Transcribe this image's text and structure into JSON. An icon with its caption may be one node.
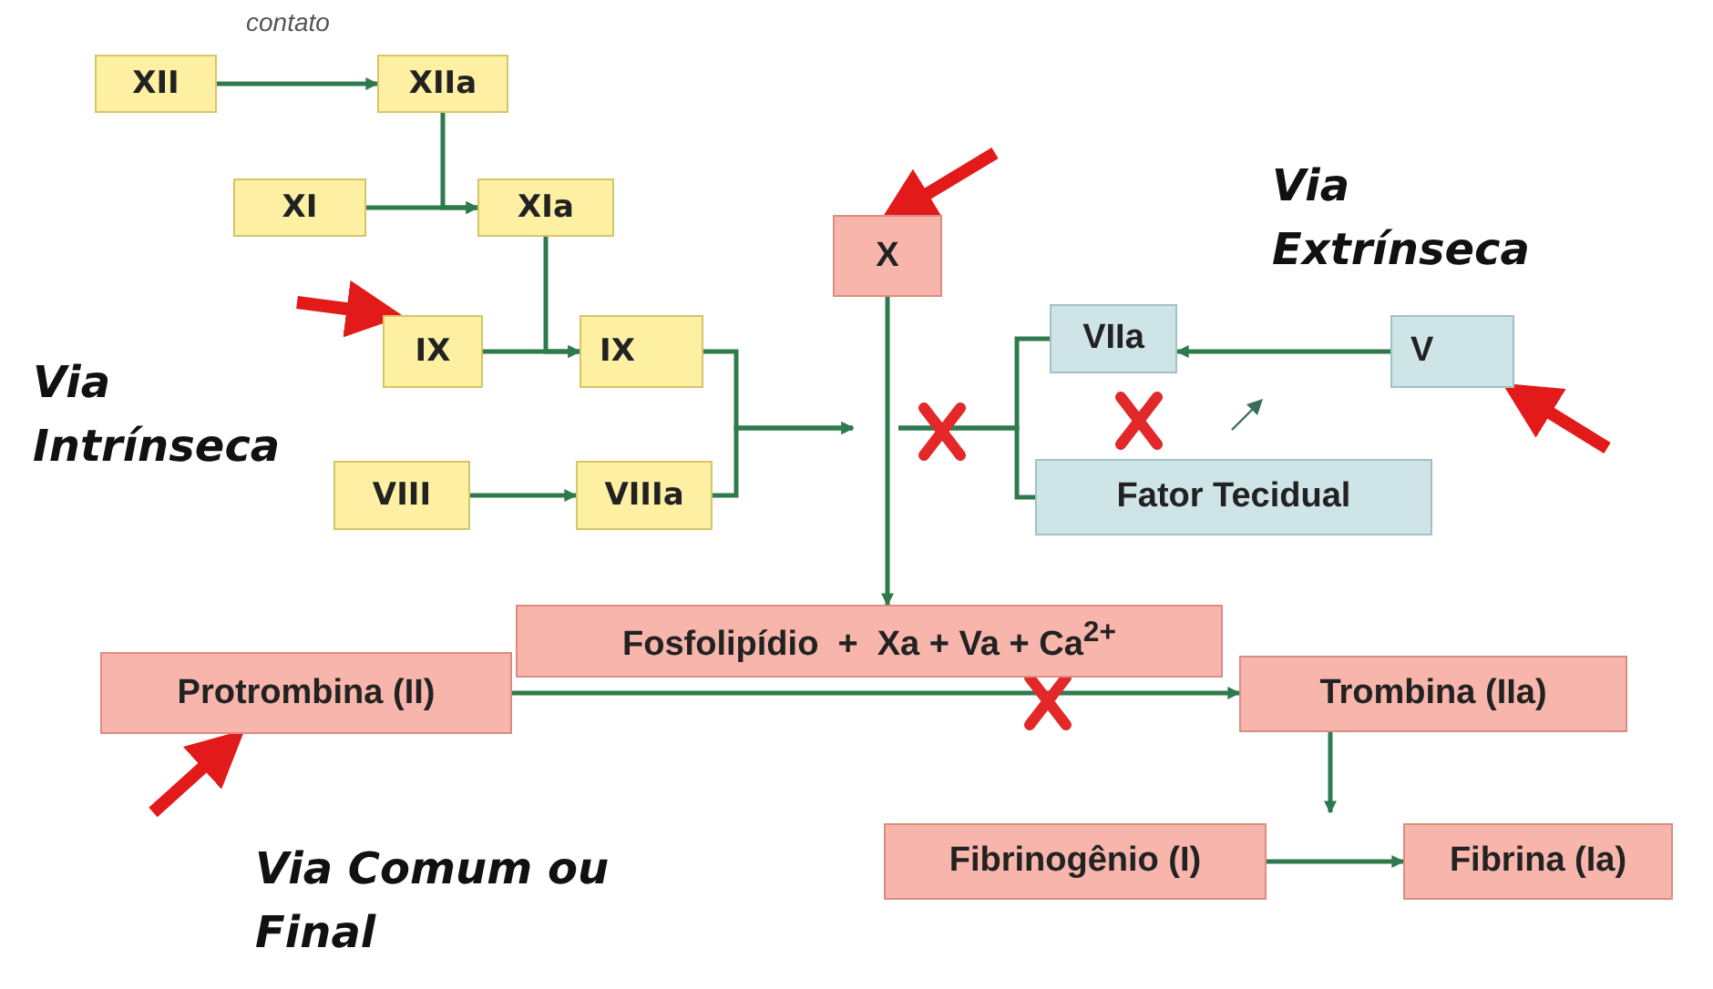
{
  "diagram": {
    "nodes": [
      {
        "text": [
          "XII"
        ]
      },
      {
        "text": [
          "XIIa"
        ]
      },
      {
        "text": [
          "XI"
        ]
      },
      {
        "text": [
          "XIa"
        ]
      },
      {
        "text": [
          "IX"
        ]
      },
      {
        "text": [
          "IX"
        ]
      },
      {
        "text": [
          "VIII"
        ]
      },
      {
        "text": [
          "VIIIa"
        ]
      },
      {
        "text": [
          "X"
        ]
      },
      {
        "text": [
          "VIIa"
        ]
      },
      {
        "text": [
          "V"
        ]
      },
      {
        "text": [
          "Fator Tecidual"
        ]
      },
      {
        "text": [
          "Fosfolipídio  +  Xa + Va + Ca$^{2+}$"
        ]
      },
      {
        "text": [
          "Protrombina (II)"
        ]
      },
      {
        "text": [
          "Trombina (IIa)"
        ]
      },
      {
        "text": [
          "Fibrinogênio (I)"
        ]
      },
      {
        "text": [
          "Fibrina (Ia)"
        ]
      }
    ],
    "edges": [
      {
        "from": 0,
        "to": 1,
        "arrow": "to",
        "label": "contato"
      },
      {
        "from": 1,
        "to": 3,
        "arrow": "to"
      },
      {
        "from": 2,
        "to": 3,
        "arrow": "to"
      },
      {
        "from": 3,
        "to": 5,
        "arrow": "to"
      },
      {
        "from": 4,
        "to": 5,
        "arrow": "to"
      },
      {
        "from": 6,
        "to": 7,
        "arrow": "to"
      },
      {
        "from": 5,
        "to": null,
        "arrow": "to"
      },
      {
        "from": 7,
        "to": null,
        "arrow": "to"
      },
      {
        "from": 8,
        "to": 12,
        "arrow": "to"
      },
      {
        "from": 9,
        "to": null,
        "arrow": "none"
      },
      {
        "from": 11,
        "to": null,
        "arrow": "none"
      },
      {
        "from": 10,
        "to": 9,
        "arrow": "to"
      },
      {
        "from": 13,
        "to": 14,
        "arrow": "to"
      },
      {
        "from": 14,
        "to": null,
        "arrow": "to"
      },
      {
        "from": 15,
        "to": 16,
        "arrow": "to"
      },
      {
        "from": null,
        "to": 4,
        "arrow": "to",
        "style": "thick",
        "color": "#e21a1a"
      },
      {
        "from": null,
        "to": 8,
        "arrow": "to",
        "style": "thick",
        "color": "#e21a1a"
      },
      {
        "from": null,
        "to": 10,
        "arrow": "to",
        "style": "thick",
        "color": "#e21a1a"
      },
      {
        "from": null,
        "to": 13,
        "arrow": "to",
        "style": "thick",
        "color": "#e21a1a"
      }
    ],
    "labels": [
      "Via Extrínseca",
      "Via Intrínseca",
      "Via Comum ou Final"
    ]
  }
}
